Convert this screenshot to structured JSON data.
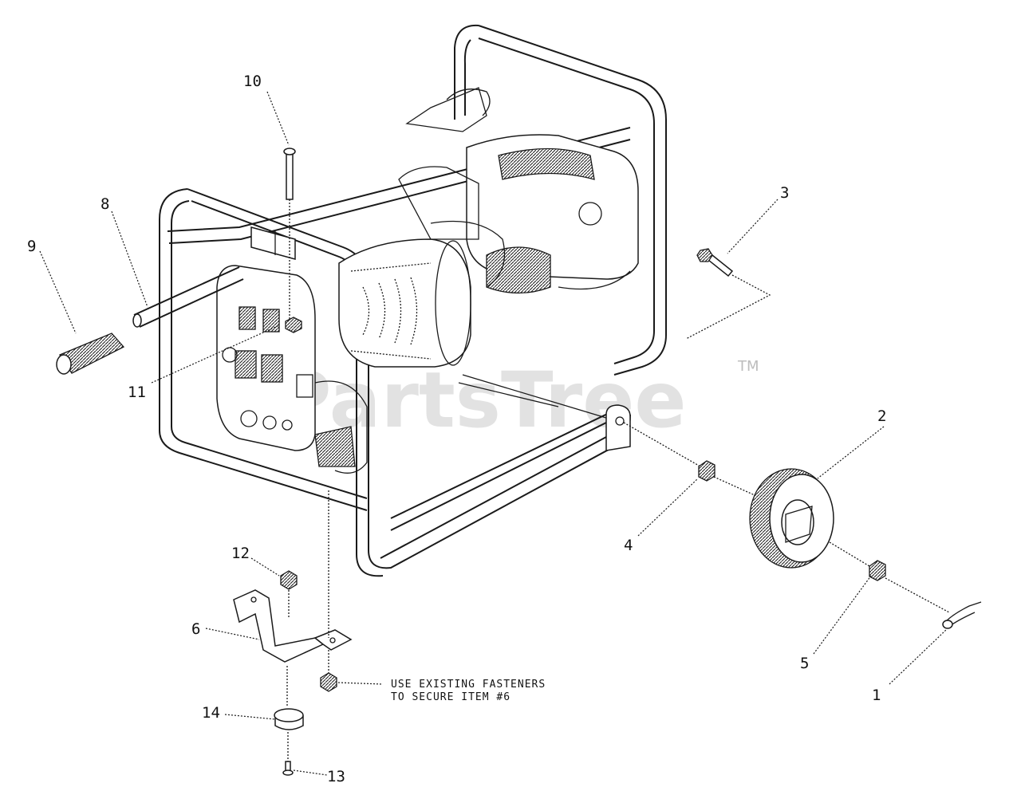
{
  "watermark": {
    "text": "PartsTree",
    "trademark": "TM"
  },
  "callouts": [
    {
      "id": "1",
      "label": "1"
    },
    {
      "id": "2",
      "label": "2"
    },
    {
      "id": "3",
      "label": "3"
    },
    {
      "id": "4",
      "label": "4"
    },
    {
      "id": "5",
      "label": "5"
    },
    {
      "id": "6",
      "label": "6"
    },
    {
      "id": "8",
      "label": "8"
    },
    {
      "id": "9",
      "label": "9"
    },
    {
      "id": "10",
      "label": "10"
    },
    {
      "id": "11",
      "label": "11"
    },
    {
      "id": "12",
      "label": "12"
    },
    {
      "id": "13",
      "label": "13"
    },
    {
      "id": "14",
      "label": "14"
    }
  ],
  "note": {
    "line1": "USE EXISTING FASTENERS",
    "line2": "TO SECURE ITEM #6"
  },
  "colors": {
    "ink": "#1a1a1a",
    "watermark": "#cfcfcf",
    "background": "#ffffff"
  }
}
